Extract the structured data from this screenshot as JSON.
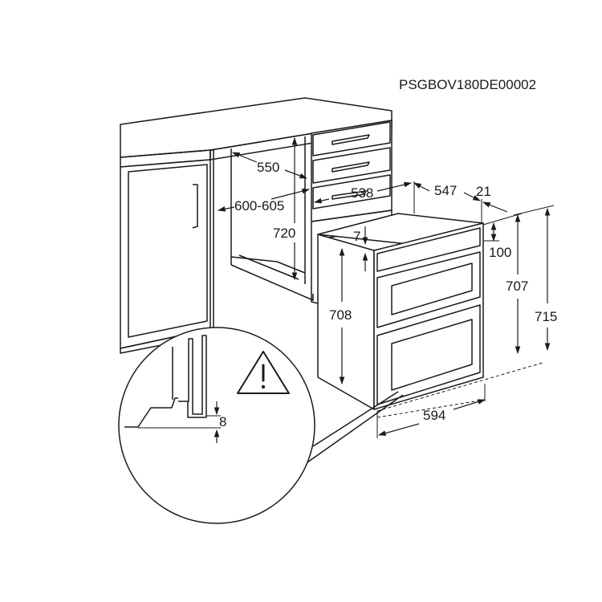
{
  "diagram": {
    "model_code": "PSGBOV180DE00002",
    "dimensions": {
      "cabinet_depth": "550",
      "cabinet_width": "600-605",
      "cabinet_height": "720",
      "inner_depth": "538",
      "outer_depth": "547",
      "front_depth": "21",
      "top_gap": "7",
      "top_panel": "100",
      "oven_height_front": "707",
      "oven_height_total": "715",
      "oven_body_height": "708",
      "oven_width": "594",
      "detail_gap": "8"
    },
    "icons": {
      "warning": "warning-triangle-icon"
    }
  }
}
